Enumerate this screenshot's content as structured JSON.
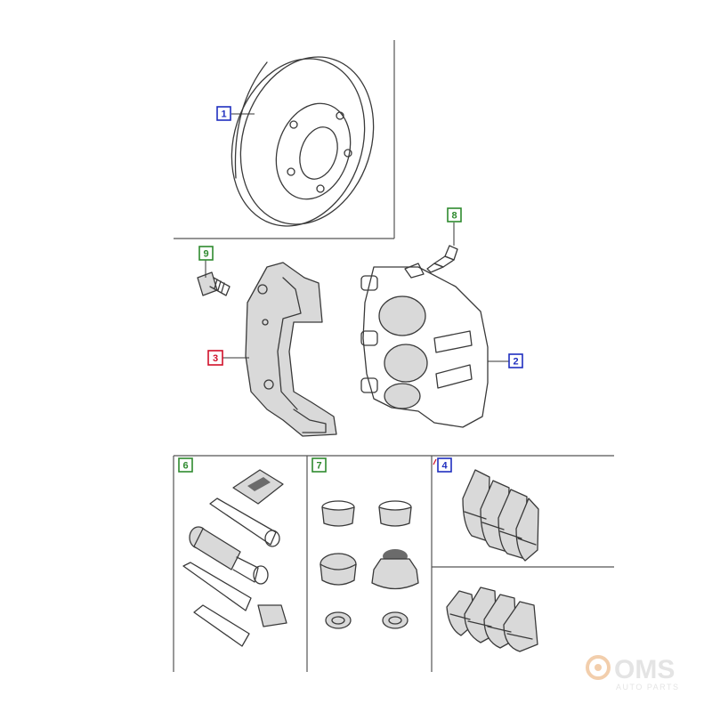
{
  "callouts": [
    {
      "id": "callout-1",
      "label": "1",
      "color": "#1f2fbf"
    },
    {
      "id": "callout-2",
      "label": "2",
      "color": "#1f2fbf"
    },
    {
      "id": "callout-3",
      "label": "3",
      "color": "#d0102a"
    },
    {
      "id": "callout-4",
      "label": "4",
      "color": "#1f2fbf"
    },
    {
      "id": "callout-6",
      "label": "6",
      "color": "#2f8a2f"
    },
    {
      "id": "callout-7",
      "label": "7",
      "color": "#2f8a2f"
    },
    {
      "id": "callout-8",
      "label": "8",
      "color": "#2f8a2f"
    },
    {
      "id": "callout-9",
      "label": "9",
      "color": "#2f8a2f"
    }
  ],
  "watermark": {
    "brand": "OMS",
    "tagline": "AUTO PARTS",
    "color": "#cfcfcf",
    "accent": "#e8a76a"
  }
}
